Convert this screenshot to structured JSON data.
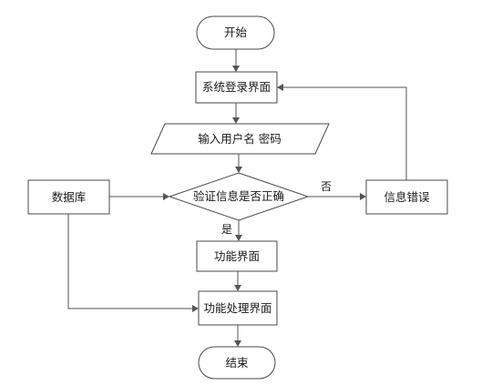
{
  "diagram": {
    "nodes": {
      "start": "开始",
      "login": "系统登录界面",
      "input": "输入用户名 密码",
      "verify": "验证信息是否正确",
      "database": "数据库",
      "error": "信息错误",
      "function": "功能界面",
      "process": "功能处理界面",
      "end": "结束"
    },
    "edge_labels": {
      "no": "否",
      "yes": "是"
    }
  }
}
